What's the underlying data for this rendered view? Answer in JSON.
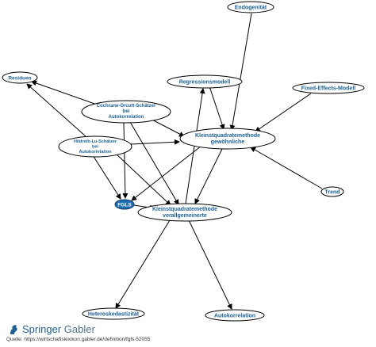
{
  "nodes": {
    "endogenitaet": "Endogenität",
    "residuen": "Residuen",
    "regressionsmodell": "Regressionsmodell",
    "fixed_effects": "Fixed-Effects-Modell",
    "cochrane": [
      "Cochrane-Orcutt-Schätzer",
      "bei",
      "Autokorrelation"
    ],
    "kq_gewoehnlich": [
      "Kleinstquadratemethode",
      "gewöhnliche"
    ],
    "hildreth": [
      "Hildreth-Lu-Schätzer",
      "bei",
      "Autokorrelation"
    ],
    "trend": "Trend",
    "fgls": "FGLS",
    "kq_verallgemeinert": [
      "Kleinstquadratemethode",
      "verallgemeinerte"
    ],
    "heteroskedastizitaet": "Heteroskedastizität",
    "autokorrelation": "Autokorrelation"
  },
  "brand": {
    "name_part1": "Springer",
    "name_part2": "Gabler"
  },
  "source": "Quelle: https://wirtschaftslexikon.gabler.de/definition/fgls-52055",
  "colors": {
    "node_text": "#1a5f96",
    "fgls_fill": "#1f6fb3",
    "edge": "#000000"
  }
}
